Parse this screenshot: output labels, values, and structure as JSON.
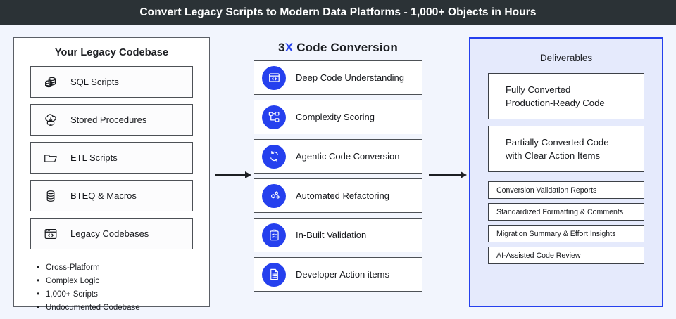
{
  "header": {
    "title": "Convert Legacy Scripts to Modern Data Platforms - 1,000+ Objects in Hours",
    "background_color": "#2b3236",
    "text_color": "#ffffff"
  },
  "theme": {
    "page_background": "#f2f5fd",
    "accent_blue": "#2540ee",
    "panel_fill_blue": "#e5eafc",
    "card_border": "#4d5156",
    "text_color": "#16181c"
  },
  "left_panel": {
    "title": "Your Legacy Codebase",
    "cards": [
      {
        "label": "SQL Scripts",
        "icon": "database-stack-icon"
      },
      {
        "label": "Stored Procedures",
        "icon": "cloud-download-monitor-icon"
      },
      {
        "label": "ETL Scripts",
        "icon": "folder-icon"
      },
      {
        "label": "BTEQ & Macros",
        "icon": "database-cylinder-icon"
      },
      {
        "label": "Legacy Codebases",
        "icon": "code-window-icon"
      }
    ],
    "bullets": [
      "Cross-Platform",
      "Complex Logic",
      "1,000+ Scripts",
      "Undocumented Codebase"
    ]
  },
  "middle_panel": {
    "title_prefix": "3X",
    "title_prefix_plain": "3",
    "title_prefix_accent": "X",
    "title_rest": " Code Conversion",
    "cards": [
      {
        "label": "Deep Code Understanding",
        "icon": "code-window-icon"
      },
      {
        "label": "Complexity Scoring",
        "icon": "hierarchy-tree-icon"
      },
      {
        "label": "Agentic Code Conversion",
        "icon": "sync-arrows-icon"
      },
      {
        "label": "Automated Refactoring",
        "icon": "molecule-nodes-icon"
      },
      {
        "label": "In-Built Validation",
        "icon": "clipboard-check-icon"
      },
      {
        "label": "Developer Action items",
        "icon": "document-list-icon"
      }
    ]
  },
  "right_panel": {
    "title": "Deliverables",
    "primary_cards": [
      {
        "line1": "Fully Converted",
        "line2": "Production-Ready Code"
      },
      {
        "line1": "Partially Converted Code",
        "line2": "with Clear Action Items"
      }
    ],
    "secondary_cards": [
      "Conversion Validation Reports",
      "Standardized Formatting & Comments",
      "Migration Summary & Effort Insights",
      "AI-Assisted Code Review"
    ]
  },
  "arrows": [
    {
      "name": "arrow-legacy-to-conversion",
      "direction": "right"
    },
    {
      "name": "arrow-conversion-to-deliverables",
      "direction": "right"
    }
  ]
}
